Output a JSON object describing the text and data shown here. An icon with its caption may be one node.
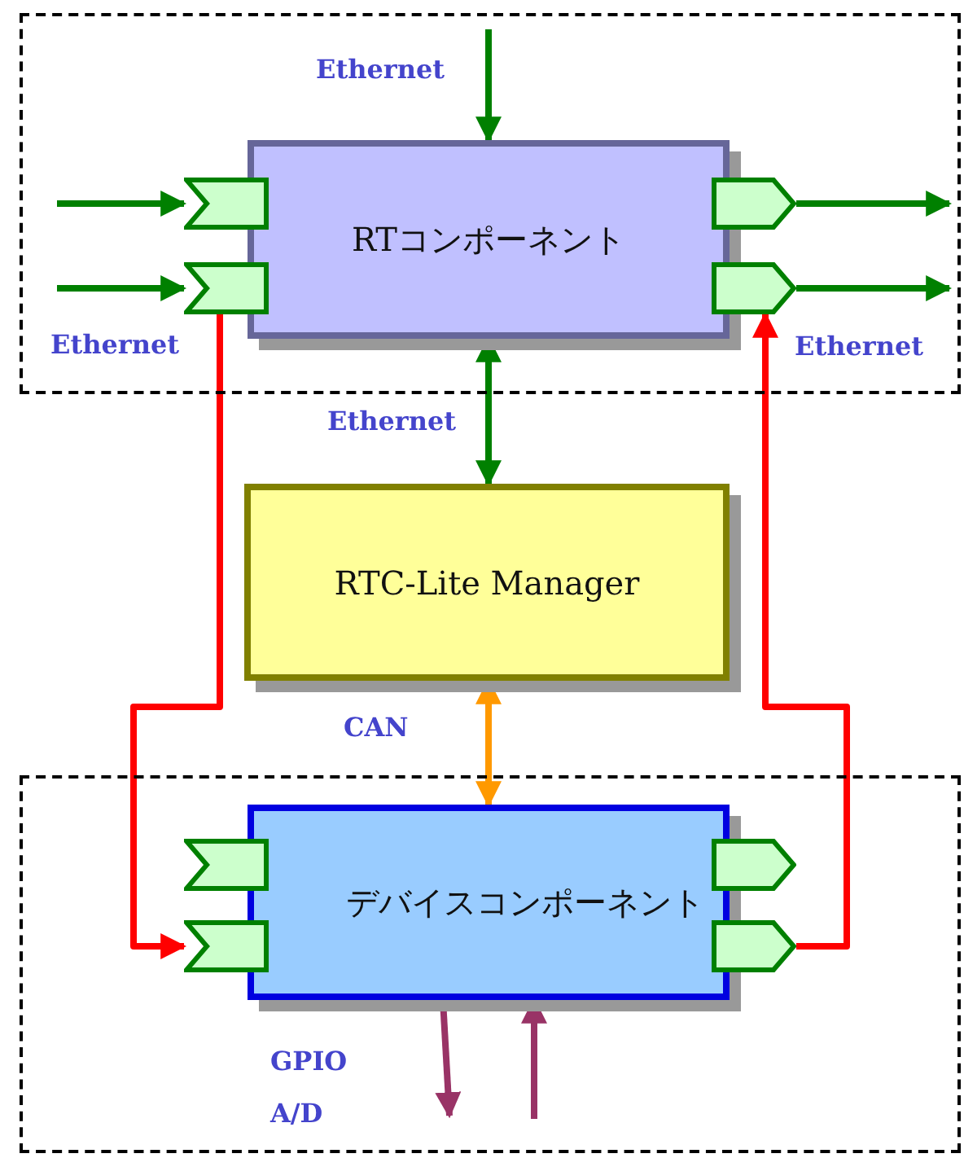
{
  "diagram": {
    "nodes": [
      {
        "text": [],
        "shape": "box"
      },
      {
        "text": [
          "RTコンポーネント"
        ],
        "in": 0
      },
      {
        "text": [],
        "shape": "box",
        "in": 0
      },
      {
        "text": [],
        "shape": "box",
        "in": 0
      },
      {
        "text": [],
        "shape": "box",
        "in": 0
      },
      {
        "text": [],
        "shape": "box",
        "in": 0
      },
      {
        "text": [
          "RTC-Lite Manager"
        ]
      },
      {
        "text": [],
        "shape": "box"
      },
      {
        "text": [
          "デバイスコンポーネント"
        ],
        "in": 7
      },
      {
        "text": [],
        "shape": "box",
        "in": 7
      },
      {
        "text": [],
        "shape": "box",
        "in": 7
      },
      {
        "text": [],
        "shape": "box",
        "in": 7
      },
      {
        "text": [],
        "shape": "box",
        "in": 7
      }
    ],
    "edges": [
      {
        "from": null,
        "to": 2,
        "arrow": "to"
      },
      {
        "from": null,
        "to": 3,
        "arrow": "to"
      },
      {
        "from": 4,
        "to": null,
        "arrow": "to"
      },
      {
        "from": 5,
        "to": null,
        "arrow": "to"
      },
      {
        "from": null,
        "to": 1,
        "arrow": "to",
        "label": "Ethernet"
      },
      {
        "from": 1,
        "to": 6,
        "arrow": "both",
        "label": "Ethernet"
      },
      {
        "from": 6,
        "to": 8,
        "arrow": "both",
        "label": "CAN",
        "color": "#ff9900"
      },
      {
        "from": 3,
        "to": 10,
        "arrow": "to",
        "color": "#ff0000"
      },
      {
        "from": 12,
        "to": 5,
        "arrow": "to",
        "color": "#ff0000"
      },
      {
        "from": 8,
        "to": null,
        "arrow": "to",
        "color": "#993366"
      },
      {
        "from": null,
        "to": 8,
        "arrow": "to",
        "color": "#993366"
      }
    ],
    "labels": [
      "Ethernet",
      "Ethernet",
      "GPIO",
      "A/D"
    ]
  }
}
